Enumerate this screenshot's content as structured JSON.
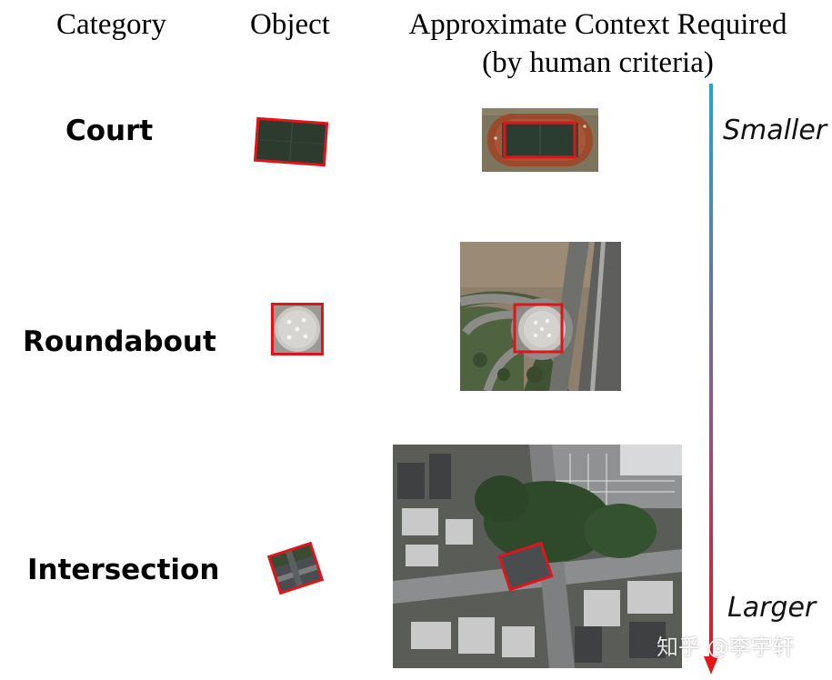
{
  "headers": {
    "category": "Category",
    "object": "Object",
    "context_line1": "Approximate Context Required",
    "context_line2": "(by human criteria)"
  },
  "rows": [
    {
      "category": "Court",
      "object_icon": "court-object-thumbnail",
      "context_icon": "court-context-image"
    },
    {
      "category": "Roundabout",
      "object_icon": "roundabout-object-thumbnail",
      "context_icon": "roundabout-context-image"
    },
    {
      "category": "Intersection",
      "object_icon": "intersection-object-thumbnail",
      "context_icon": "intersection-context-image"
    }
  ],
  "scale": {
    "top_label": "Smaller",
    "bottom_label": "Larger",
    "gradient_top": "#1ea6d6",
    "gradient_bottom": "#e5161a"
  },
  "colors": {
    "bbox": "#e0141b"
  },
  "watermark": "知乎 @李宇轩"
}
